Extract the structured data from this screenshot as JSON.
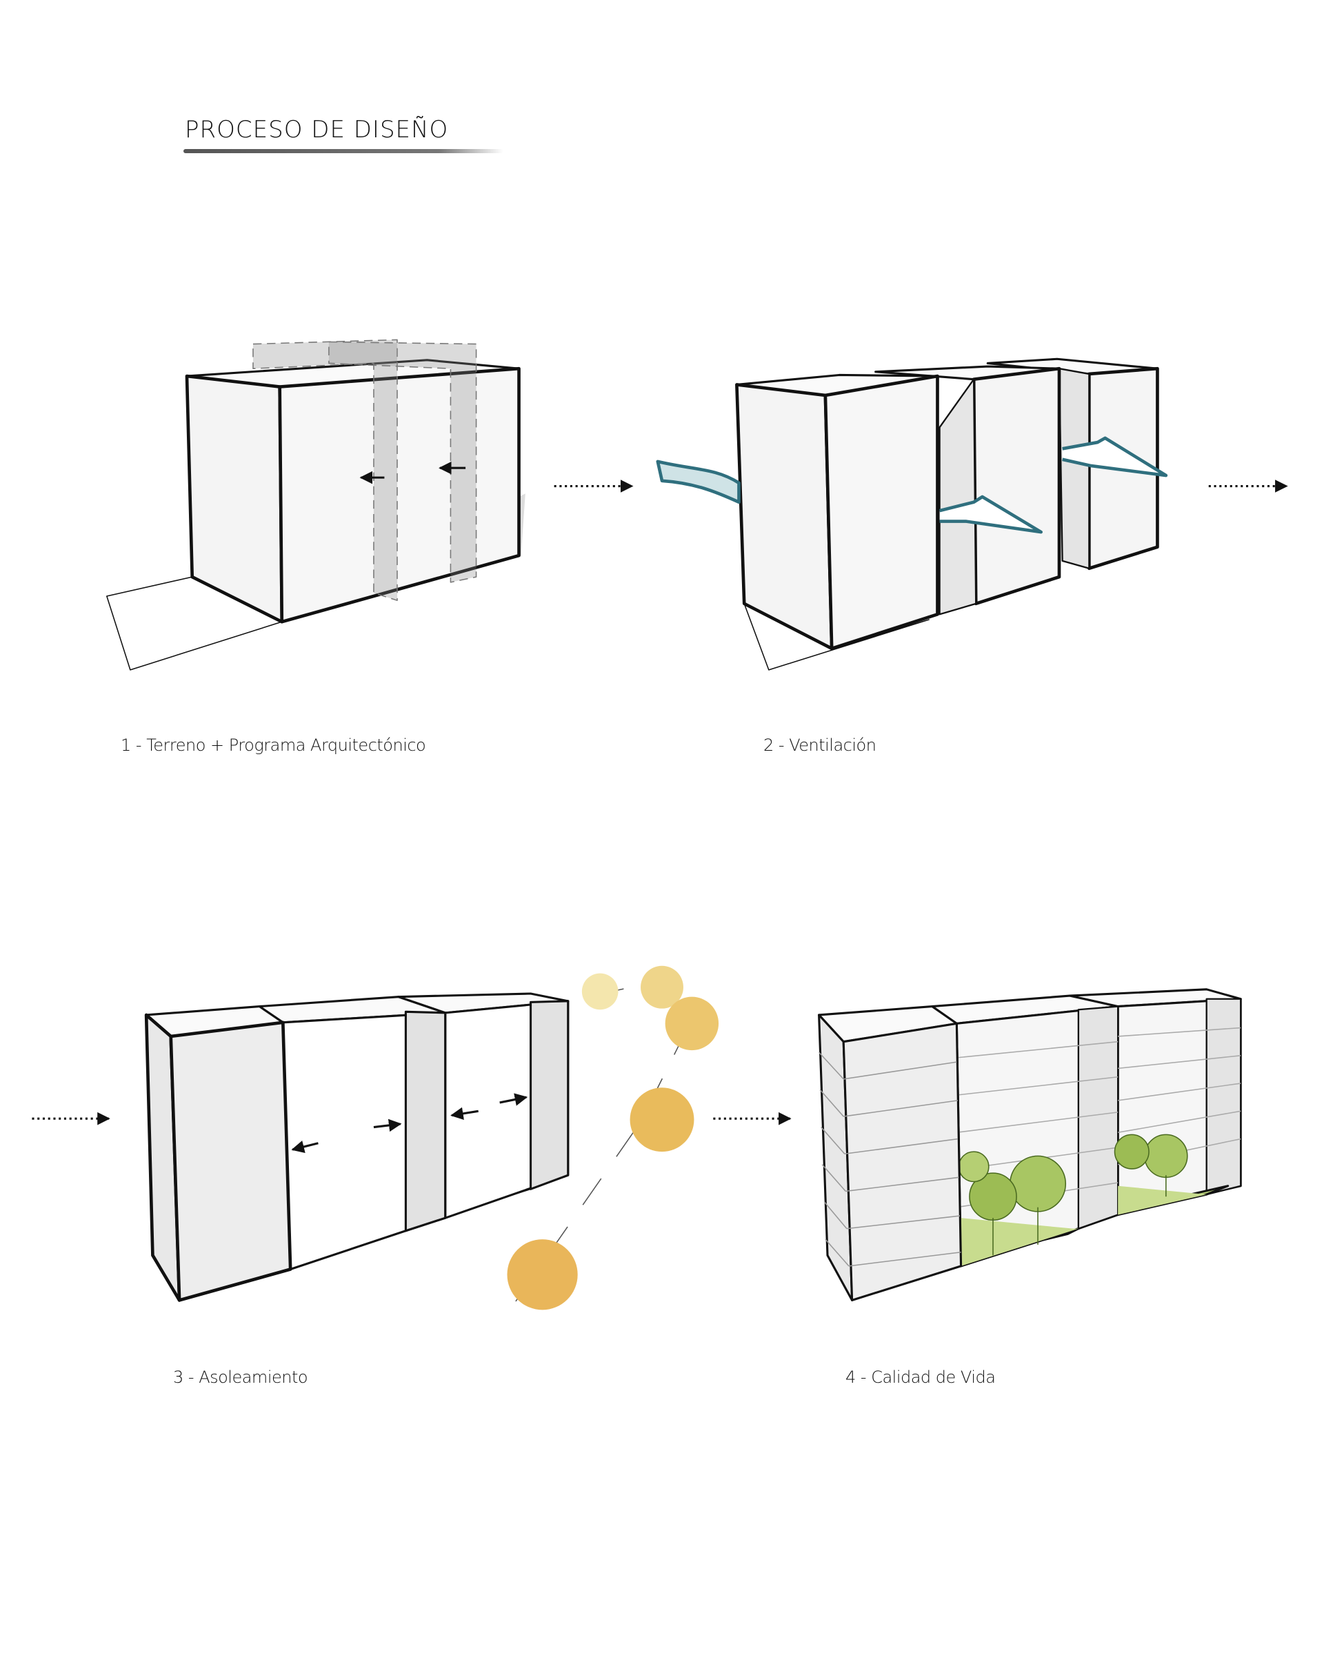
{
  "title": "PROCESO DE DISEÑO",
  "steps": [
    {
      "label": "1 - Terreno + Programa Arquitectónico"
    },
    {
      "label": "2 - Ventilación"
    },
    {
      "label": "3 - Asoleamiento"
    },
    {
      "label": "4 - Calidad de Vida"
    }
  ],
  "colors": {
    "wind": "#2f6f7e",
    "sun": "#e9bb5c",
    "sun_light": "#f3e3a6",
    "tree": "#9cbc54",
    "face_light": "#f7f7f7",
    "face_dark": "#e2e2e2"
  }
}
